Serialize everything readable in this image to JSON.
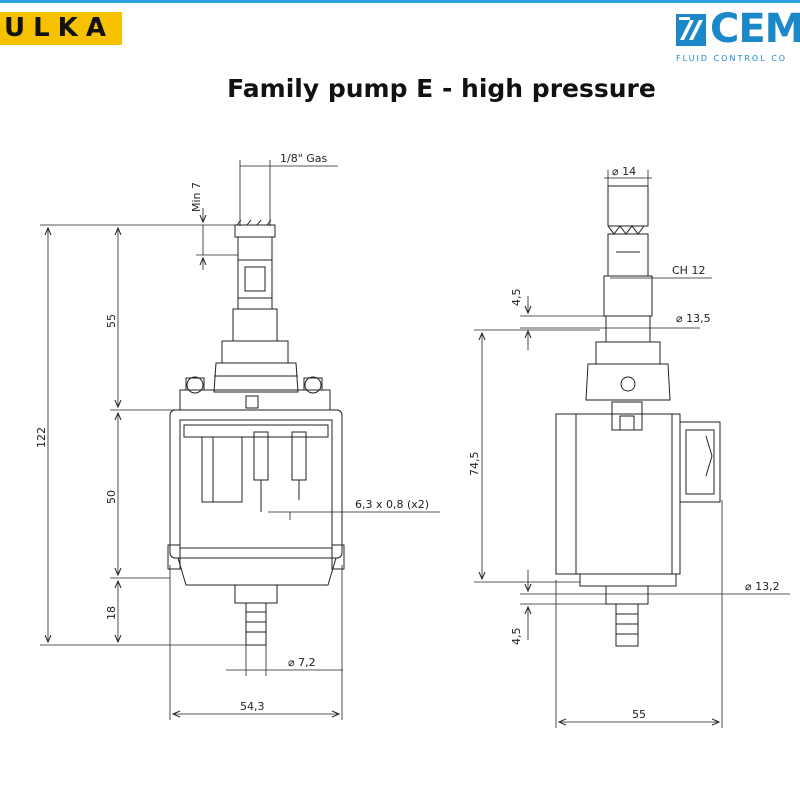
{
  "header": {
    "left_logo": "ULKA",
    "right_logo": "CEM",
    "right_logo_tagline": "FLUID CONTROL CO",
    "accent_color": "#2aa3e0",
    "ulka_color": "#f6c200",
    "cem_color": "#1b88c9"
  },
  "title": "Family pump E - high pressure",
  "front_view": {
    "thread": "1/8\" Gas",
    "min_engagement": "Min 7",
    "overall_height": "122",
    "upper_height": "55",
    "body_height": "50",
    "lower_height": "18",
    "terminals": "6,3  x 0,8 (x2)",
    "outlet_diameter": "⌀ 7,2",
    "width": "54,3"
  },
  "side_view": {
    "inlet_diameter": "⌀  14",
    "hex": "CH  12",
    "collar_thickness": "4,5",
    "collar_diameter": "⌀  13,5",
    "body_height": "74,5",
    "base_diameter": "⌀  13,2",
    "base_thickness": "4,5",
    "width": "55"
  }
}
